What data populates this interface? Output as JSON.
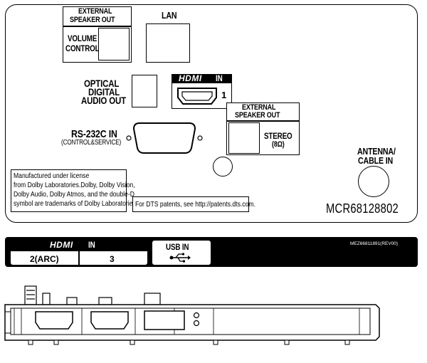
{
  "top_panel": {
    "ext_speaker_top": {
      "title_line1": "EXTERNAL",
      "title_line2": "SPEAKER OUT",
      "label_line1": "VOLUME",
      "label_line2": "CONTROL"
    },
    "lan": {
      "label": "LAN"
    },
    "optical": {
      "line1": "OPTICAL",
      "line2": "DIGITAL",
      "line3": "AUDIO OUT"
    },
    "hdmi_in": {
      "logo": "HDMI",
      "label": "IN",
      "number": "1"
    },
    "rs232c": {
      "label": "RS-232C IN",
      "sublabel": "(CONTROL&SERVICE)"
    },
    "ext_speaker_stereo": {
      "title_line1": "EXTERNAL",
      "title_line2": "SPEAKER OUT",
      "label": "STEREO",
      "sublabel": "(8Ω)"
    },
    "antenna": {
      "line1": "ANTENNA/",
      "line2": "CABLE IN"
    },
    "dolby_notice": {
      "line1": "Manufactured under license",
      "line2": "from Dolby Laboratories.Dolby, Dolby Vision,",
      "line3": "Dolby Audio, Dolby Atmos, and the double-D",
      "line4": "symbol are trademarks of Dolby Laboratories."
    },
    "dts_notice": "For DTS patents, see http://patents.dts.com.",
    "model_number": "MCR68128802"
  },
  "bottom_strip": {
    "hdmi_logo": "HDMI",
    "hdmi_label": "IN",
    "hdmi_port_a": "2(ARC)",
    "hdmi_port_b": "3",
    "usb_label": "USB IN",
    "part_code": "MEZ66811891(REV00)"
  }
}
